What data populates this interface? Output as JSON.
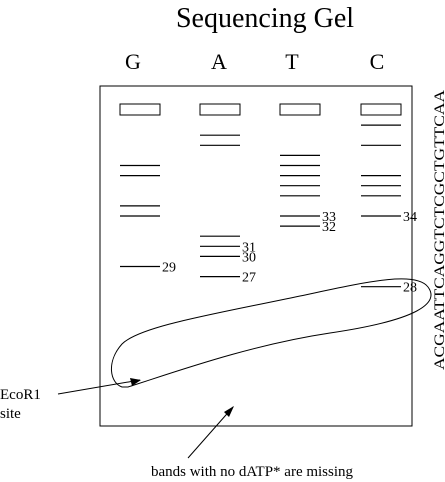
{
  "title": "Sequencing Gel",
  "lanes": [
    {
      "id": "G",
      "label": "G"
    },
    {
      "id": "A",
      "label": "A"
    },
    {
      "id": "T",
      "label": "T"
    },
    {
      "id": "C",
      "label": "C"
    }
  ],
  "sequence": "ACGAATTCAGGTCTCGCTGTTCAA",
  "bands": {
    "G": [
      5,
      6,
      9,
      10,
      15
    ],
    "A": [
      2,
      3,
      12,
      13,
      14,
      16
    ],
    "T": [
      4,
      5,
      6,
      7,
      8,
      10,
      11
    ],
    "C": [
      1,
      3,
      6,
      7,
      8,
      10,
      17
    ]
  },
  "band_labels": [
    {
      "lane": "T",
      "slot": 10,
      "text": "33"
    },
    {
      "lane": "T",
      "slot": 11,
      "text": "32"
    },
    {
      "lane": "C",
      "slot": 10,
      "text": "34"
    },
    {
      "lane": "A",
      "slot": 13,
      "text": "31"
    },
    {
      "lane": "A",
      "slot": 14,
      "text": "30"
    },
    {
      "lane": "G",
      "slot": 15,
      "text": "29"
    },
    {
      "lane": "C",
      "slot": 17,
      "text": "28"
    },
    {
      "lane": "A",
      "slot": 16,
      "text": "27"
    }
  ],
  "annotations": {
    "ecor1_line1": "EcoR1",
    "ecor1_line2": "site",
    "missing_note": "bands with no dATP* are missing"
  }
}
